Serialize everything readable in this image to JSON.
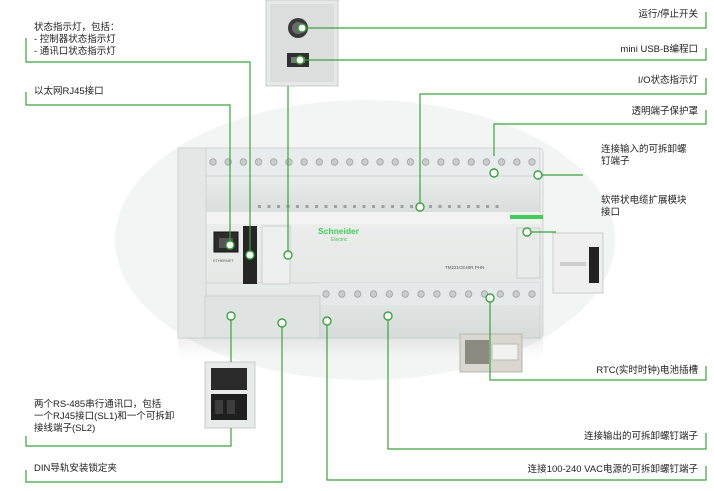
{
  "device": {
    "brand": "Schneider",
    "brand_sub": "Electric",
    "model": "TM221CE40R PHN",
    "ethernet_label": "ETHERNET"
  },
  "callouts": {
    "status_leds": "状态指示灯，包括：\n- 控制器状态指示灯\n- 通讯口状态指示灯",
    "rj45": "以太网RJ45接口",
    "rs485": "两个RS-485串行通讯口，包括\n一个RJ45接口(SL1)和一个可拆卸\n接线端子(SL2)",
    "din": "DIN导轨安装锁定夹",
    "run_stop": "运行/停止开关",
    "usb": "mini USB-B编程口",
    "io_leds": "I/O状态指示灯",
    "cover": "透明端子保护罩",
    "input_terminals": "连接输入的可拆卸螺\n钉端子",
    "expansion": "软带状电缆扩展模块\n接口",
    "rtc": "RTC(实时时钟)电池插槽",
    "output_terminals": "连接输出的可拆卸螺钉端子",
    "power_terminals": "连接100-240 VAC电源的可拆卸螺钉端子"
  },
  "colors": {
    "callout_line": "#3aa33a",
    "callout_dot_border": "#3aa33a",
    "accent_green": "#3dcd58",
    "body_light": "#eceeec"
  }
}
